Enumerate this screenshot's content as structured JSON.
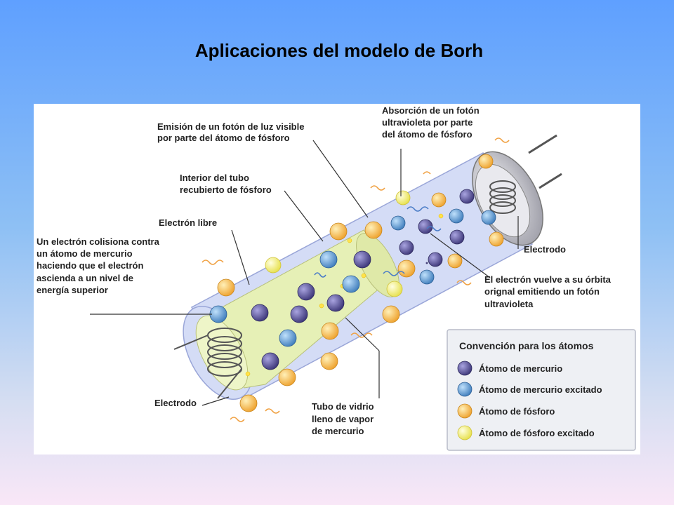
{
  "title": "Aplicaciones del modelo de Borh",
  "diagram": {
    "labels": {
      "emision": [
        "Emisión de un fotón de luz visible",
        "por parte del átomo de fósforo"
      ],
      "absorcion": [
        "Absorción de un fotón",
        "ultravioleta por parte",
        "del átomo de fósforo"
      ],
      "interior": [
        "Interior del tubo",
        "recubierto de fósforo"
      ],
      "electron_libre": [
        "Electrón libre"
      ],
      "colision": [
        "Un electrón colisiona contra",
        "un átomo de mercurio",
        "haciendo que el electrón",
        "ascienda a un nivel de",
        "energía superior"
      ],
      "electrodo_right": [
        "Electrodo"
      ],
      "vuelve": [
        "El electrón vuelve a su órbita",
        "orignal emitiendo un fotón",
        "ultravioleta"
      ],
      "electrodo_left": [
        "Electrodo"
      ],
      "tubo_vidrio": [
        "Tubo de vidrio",
        "lleno de vapor",
        "de mercurio"
      ]
    },
    "legend": {
      "title": "Convención para los átomos",
      "items": [
        {
          "label": "Átomo de mercurio",
          "color": "#5a559e"
        },
        {
          "label": "Átomo de mercurio excitado",
          "color": "#5e9bd1"
        },
        {
          "label": "Átomo de fósforo",
          "color": "#f6bf4a"
        },
        {
          "label": "Átomo de fósforo excitado",
          "color": "#f7f36b"
        }
      ]
    },
    "colors": {
      "glass": "#d4dcf6",
      "glass_edge": "#9aa6d8",
      "phosphor_interior": "#e6f0b6",
      "mercury": "#5a559e",
      "mercury_excited": "#5e9bd1",
      "phosphor": "#f6bf4a",
      "phosphor_excited": "#f7f36b",
      "photon_uv": "#4a7cc7",
      "photon_visible": "#f0a040"
    }
  }
}
